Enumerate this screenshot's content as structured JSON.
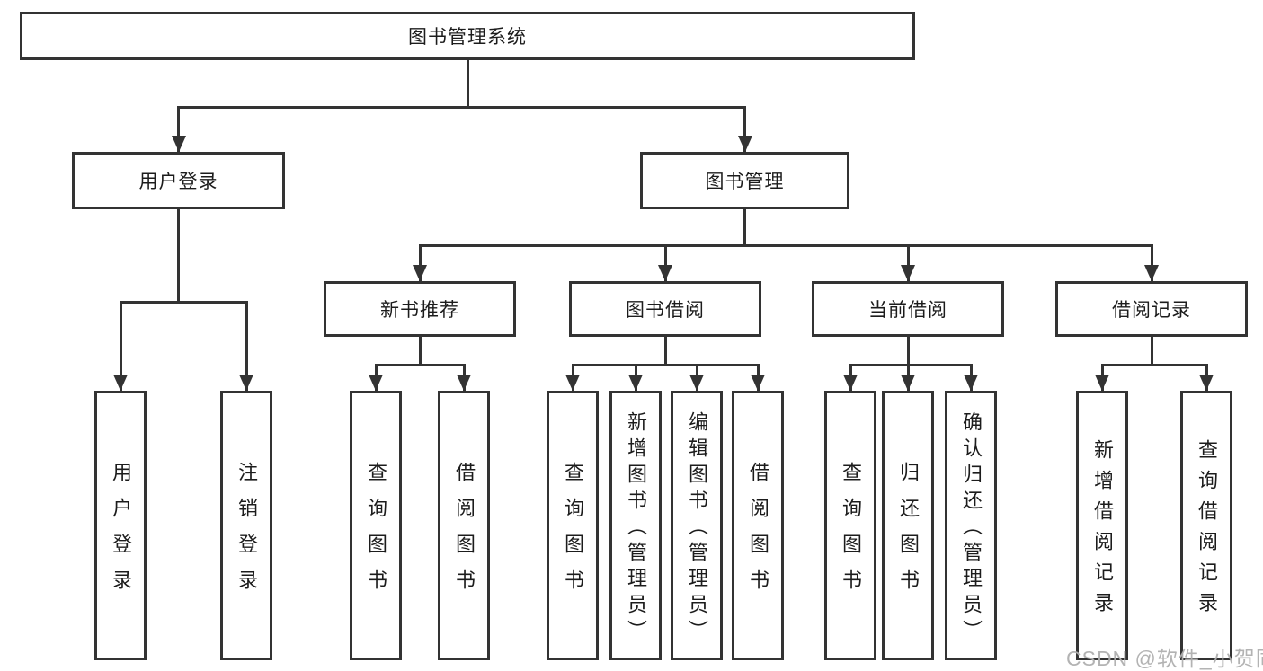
{
  "colors": {
    "background": "#ffffff",
    "line": "#333333",
    "box_border": "#333333",
    "text": "#1c1c1c",
    "watermark": "#afafaf"
  },
  "diagram": {
    "root": {
      "label": "图书管理系统"
    },
    "level2": {
      "user_login_branch": {
        "label": "用户登录"
      },
      "book_mgmt_branch": {
        "label": "图书管理"
      }
    },
    "level3": {
      "new_book_rec": {
        "label": "新书推荐"
      },
      "book_borrow": {
        "label": "图书借阅"
      },
      "current_borrow": {
        "label": "当前借阅"
      },
      "borrow_records": {
        "label": "借阅记录"
      }
    },
    "leaves": {
      "user_login": {
        "label": "用户登录"
      },
      "logout": {
        "label": "注销登录"
      },
      "rec_query_books": {
        "label": "查询图书"
      },
      "rec_borrow_books": {
        "label": "借阅图书"
      },
      "bb_query_books": {
        "label": "查询图书"
      },
      "bb_add_books": {
        "label": "新增图书（管理员）"
      },
      "bb_edit_books": {
        "label": "编辑图书（管理员）"
      },
      "bb_borrow_books": {
        "label": "借阅图书"
      },
      "cb_query_books": {
        "label": "查询图书"
      },
      "cb_return_books": {
        "label": "归还图书"
      },
      "cb_confirm_return": {
        "label": "确认归还（管理员）"
      },
      "br_add_record": {
        "label": "新增借阅记录"
      },
      "br_query_record": {
        "label": "查询借阅记录"
      }
    }
  },
  "watermark": {
    "text": "CSDN @软件_小贺同学"
  }
}
